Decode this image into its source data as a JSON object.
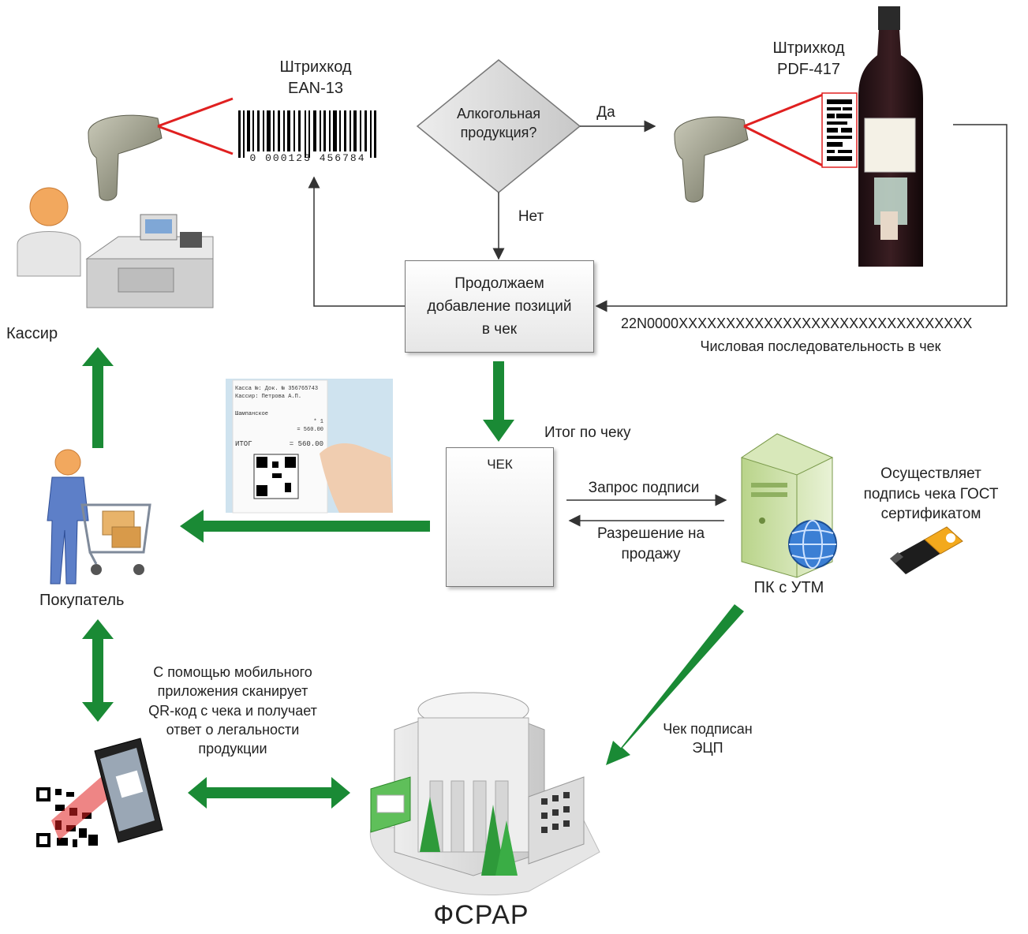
{
  "labels": {
    "barcode_ean_line1": "Штрихкод",
    "barcode_ean_line2": "EAN-13",
    "ean_digits": "0 000123 456784",
    "barcode_pdf_line1": "Штрихкод",
    "barcode_pdf_line2": "PDF-417",
    "decision_line1": "Алкогольная",
    "decision_line2": "продукция?",
    "yes": "Да",
    "no": "Нет",
    "continue_line1": "Продолжаем",
    "continue_line2": "добавление позиций",
    "continue_line3": "в чек",
    "sequence_code": "22N0000XXXXXXXXXXXXXXXXXXXXXXXXXXXXXXX",
    "sequence_caption": "Числовая последовательность в чек",
    "cashier": "Кассир",
    "receipt_total": "Итог по чеку",
    "receipt_title": "ЧЕК",
    "sign_request": "Запрос подписи",
    "sale_permit_line1": "Разрешение на",
    "sale_permit_line2": "продажу",
    "signs_line1": "Осуществляет",
    "signs_line2": "подпись чека ГОСТ",
    "signs_line3": "сертификатом",
    "pc_utm": "ПК с УТМ",
    "buyer": "Покупатель",
    "mobile_line1": "С помощью мобильного",
    "mobile_line2": "приложения сканирует",
    "mobile_line3": "QR-код с чека и получает",
    "mobile_line4": "ответ о легальности",
    "mobile_line5": "продукции",
    "signed_line1": "Чек подписан",
    "signed_line2": "ЭЦП",
    "fsrar": "ФСРАР"
  },
  "receipt_photo": {
    "line1": "Касса №: Док. № 356765743",
    "line2": "Кассир: Петрова А.П.",
    "item": "Шампанское",
    "qty": "* 1",
    "price": "= 560.00",
    "total_label": "ИТОГ",
    "total_value": "= 560.00"
  },
  "colors": {
    "green_arrow": "#1a8a35",
    "red_laser": "#e02020",
    "box_border": "#777777"
  },
  "icons": [
    "barcode-scanner-icon",
    "barcode-ean13-icon",
    "wine-bottle-icon",
    "cashier-person-icon",
    "cash-register-icon",
    "receipt-photo-icon",
    "qr-code-icon",
    "server-globe-icon",
    "usb-token-icon",
    "shopper-cart-icon",
    "smartphone-scan-icon",
    "building-icon"
  ]
}
